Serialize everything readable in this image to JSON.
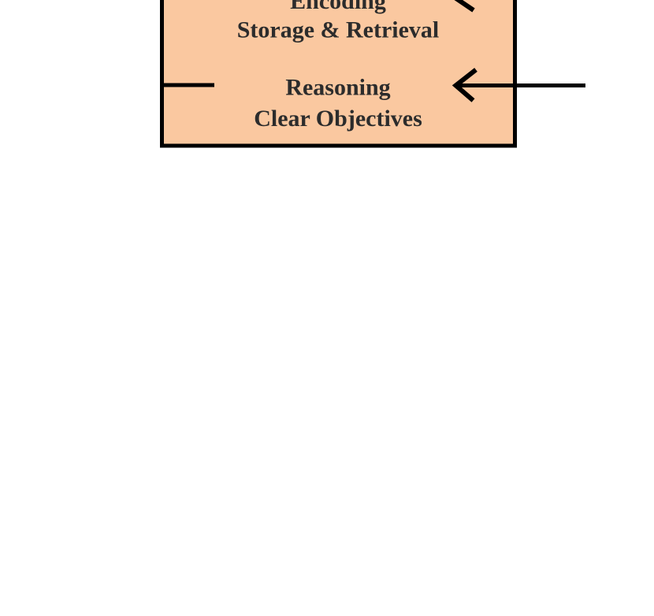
{
  "diagram": {
    "background_color": "#ffffff",
    "arrow_color": "#000000",
    "box": {
      "fill_color": "#FAC8A0",
      "border_color": "#000000",
      "text_color": "#2C2C2C",
      "lines": [
        "Encoding",
        "Storage & Retrieval",
        "Reasoning",
        "Clear Objectives"
      ]
    },
    "icons": {
      "right_arrow": "arrow-left",
      "top_arrow": "arrow-left-partial",
      "left_connector": "line-stub"
    }
  }
}
